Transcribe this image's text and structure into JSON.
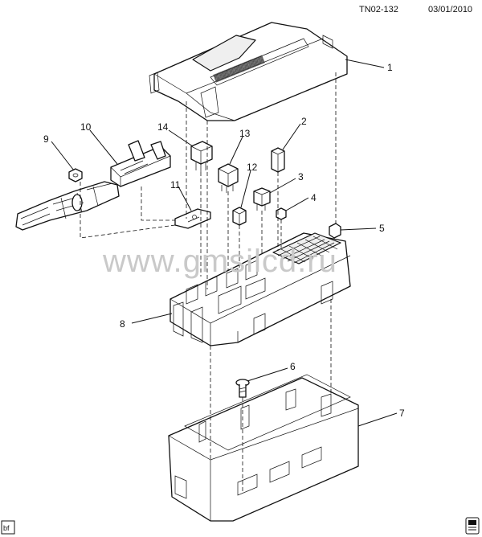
{
  "header": {
    "code": "TN02-132",
    "date": "03/01/2010"
  },
  "watermark": "www.gmsilcd.ru",
  "corner_tag": "bf",
  "callouts": [
    "1",
    "2",
    "3",
    "4",
    "5",
    "6",
    "7",
    "8",
    "9",
    "10",
    "11",
    "12",
    "13",
    "14"
  ]
}
